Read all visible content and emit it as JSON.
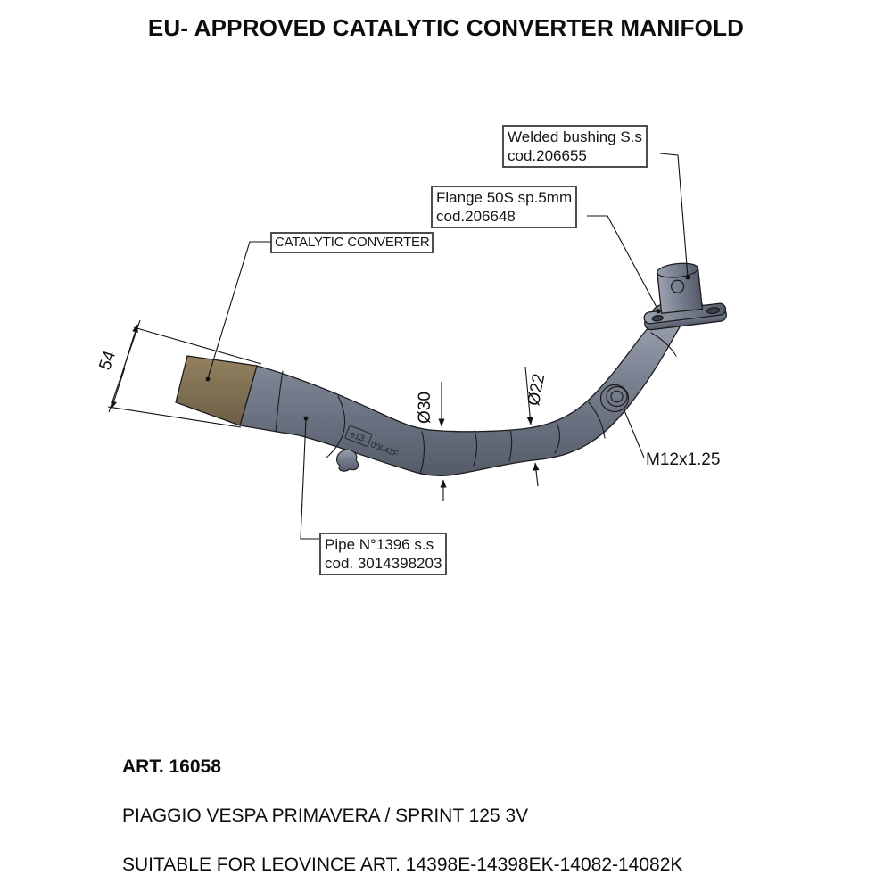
{
  "title": "EU- APPROVED CATALYTIC CONVERTER MANIFOLD",
  "callouts": {
    "welded_bushing": {
      "line1": "Welded bushing S.s",
      "line2": "cod.206655"
    },
    "flange": {
      "line1": "Flange 50S sp.5mm",
      "line2": "cod.206648"
    },
    "catalytic_converter": {
      "label": "CATALYTIC CONVERTER"
    },
    "pipe": {
      "line1": "Pipe N°1396 s.s",
      "line2": "cod. 3014398203"
    }
  },
  "annotations": {
    "dim_length": "54",
    "dia_large": "Ø30",
    "dia_small": "Ø22",
    "thread": "M12x1.25"
  },
  "stamp": {
    "mark": "e13",
    "code": "00043F"
  },
  "footer": {
    "art": "ART. 16058",
    "model": "PIAGGIO VESPA PRIMAVERA / SPRINT 125 3V",
    "compatibility": "SUITABLE FOR LEOVINCE ART. 14398E-14398EK-14082-14082K"
  },
  "colors": {
    "line": "#1c1c1c",
    "dim": "#111111",
    "pipe_light": "#9ba1af",
    "pipe_mid": "#767d8d",
    "pipe_dark": "#545a68",
    "cat_tan_light": "#93815f",
    "cat_tan_dark": "#6d5f48",
    "hole_dark": "#3a3f4a"
  }
}
